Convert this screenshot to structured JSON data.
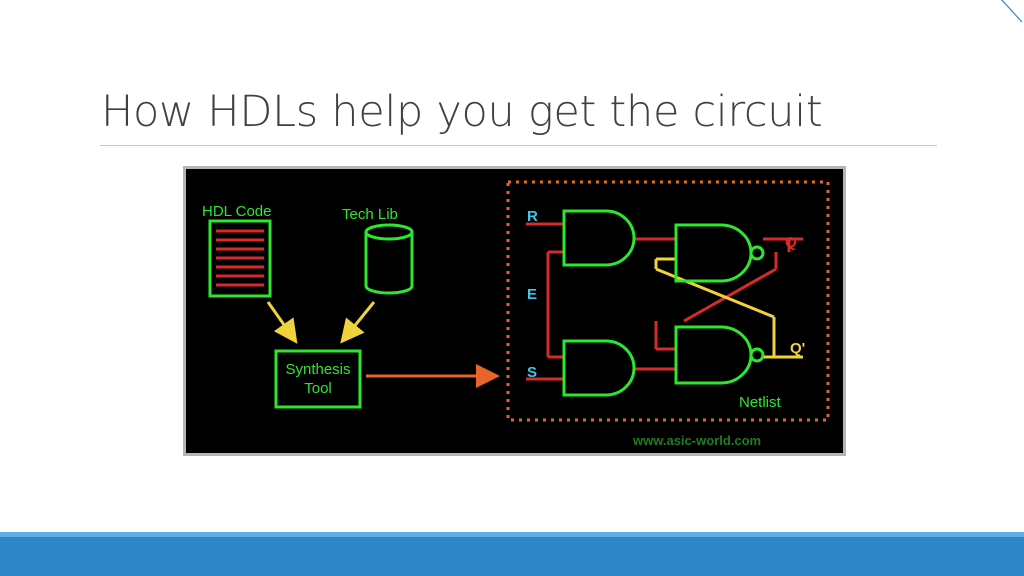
{
  "slide": {
    "title": "How HDLs help you get the circuit"
  },
  "diagram": {
    "hdl_code_label": "HDL Code",
    "tech_lib_label": "Tech Lib",
    "synthesis_label_line1": "Synthesis",
    "synthesis_label_line2": "Tool",
    "input_r": "R",
    "input_e": "E",
    "input_s": "S",
    "output_q": "Q",
    "output_q_bar": "Q'",
    "netlist_label": "Netlist",
    "watermark": "www.asic-world.com"
  },
  "colors": {
    "box_green": "#2ee62e",
    "wire_red": "#d82a2a",
    "arrow_yellow": "#f0d23c",
    "arrow_orange": "#e8642a",
    "label_cyan": "#3ec8e8",
    "accent_blue": "#2f86c7"
  }
}
